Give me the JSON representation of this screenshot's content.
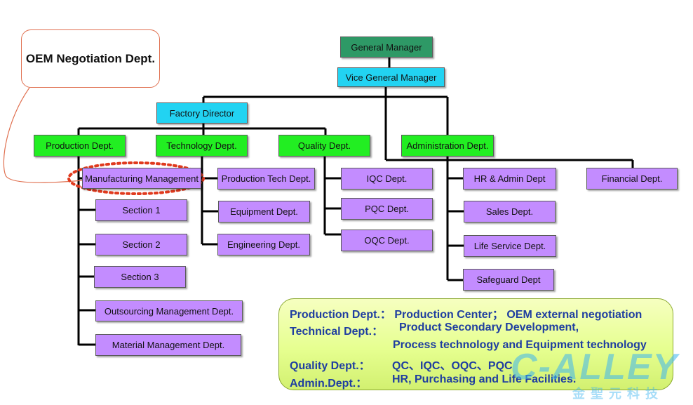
{
  "callout": {
    "text": "OEM Negotiation Dept."
  },
  "org": {
    "general_manager": "General Manager",
    "vice_general_manager": "Vice General Manager",
    "factory_director": "Factory Director",
    "production_dept": "Production Dept.",
    "technology_dept": "Technology Dept.",
    "quality_dept": "Quality Dept.",
    "administration_dept": "Administration Dept.",
    "manufacturing_management": "Manufacturing Management",
    "section_1": "Section 1",
    "section_2": "Section 2",
    "section_3": "Section 3",
    "outsourcing_management": "Outsourcing Management Dept.",
    "material_management": "Material Management Dept.",
    "production_tech_dept": "Production Tech Dept.",
    "equipment_dept": "Equipment Dept.",
    "engineering_dept": "Engineering Dept.",
    "iqc_dept": "IQC Dept.",
    "pqc_dept": "PQC Dept.",
    "oqc_dept": "OQC Dept.",
    "hr_admin_dept": "HR & Admin Dept",
    "sales_dept": "Sales Dept.",
    "life_service_dept": "Life Service Dept.",
    "safeguard_dept": "Safeguard Dept",
    "financial_dept": "Financial Dept."
  },
  "notes": {
    "line1": "Production Dept.： Production Center； OEM external negotiation",
    "line2_label": "Technical   Dept.：",
    "line2_text": "Product Secondary Development,",
    "line3_text": "Process technology and Equipment technology",
    "line4_label": "Quality Dept.：",
    "line4_text": "QC、IQC、OQC、PQC",
    "line5_label": "Admin.Dept.：",
    "line5_text": "HR, Purchasing and Life Facilities."
  },
  "logo": {
    "text": "C-ALLEY",
    "subtitle": "金聖元科技"
  },
  "colors": {
    "general_manager": "#2e9966",
    "vice_and_director": "#22d3f2",
    "departments": "#22ee22",
    "sub_units": "#c38cff",
    "highlight_ring": "#e03a1e",
    "notes_text": "#1f3ea0"
  }
}
